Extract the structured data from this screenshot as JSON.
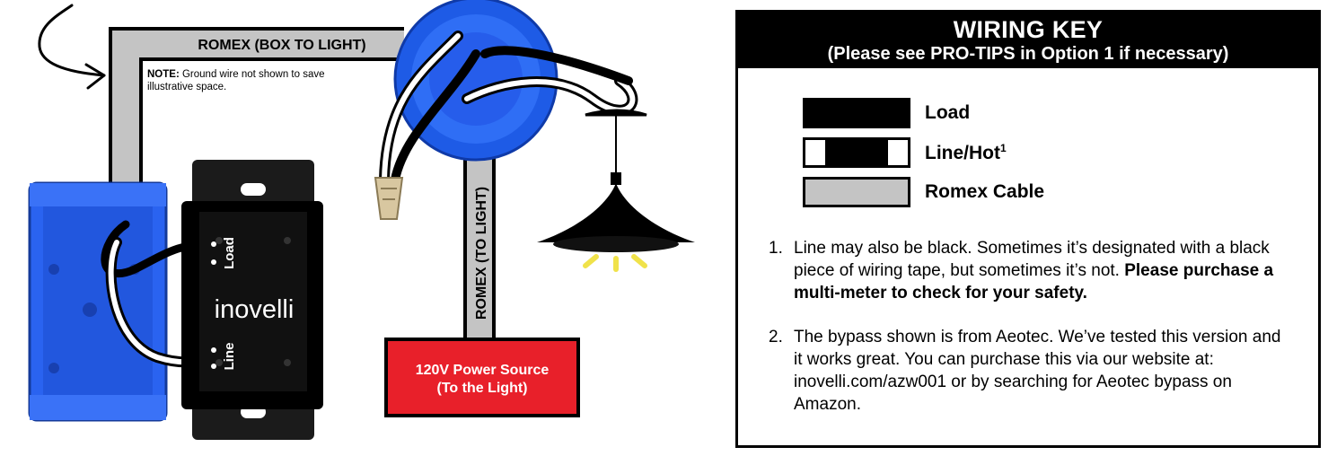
{
  "diagram": {
    "romex_box_to_light": "ROMEX (BOX TO LIGHT)",
    "romex_to_light": "ROMEX (TO LIGHT)",
    "note_label": "NOTE:",
    "note_line1": "Ground wire not shown to save",
    "note_line2": "illustrative space.",
    "switch_brand": "inovelli",
    "terminal_load": "Load",
    "terminal_line": "Line",
    "power_source_line1": "120V Power Source",
    "power_source_line2": "(To the Light)",
    "colors": {
      "box_blue": "#2a63f0",
      "romex_gray": "#c4c4c4",
      "power_red": "#e8202a",
      "light_glow": "#f0e24a"
    }
  },
  "wiring_key": {
    "title": "WIRING KEY",
    "subtitle": "(Please see PRO-TIPS in Option 1 if necessary)",
    "legend": {
      "load": "Load",
      "line_hot": "Line/Hot",
      "line_hot_sup": "1",
      "romex": "Romex Cable"
    },
    "notes": [
      {
        "number": "1.",
        "text": "Line may also be black. Sometimes it’s designated with a black piece of wiring tape, but sometimes it’s not.",
        "bold": "Please purchase a multi-meter to check for your safety."
      },
      {
        "number": "2.",
        "text": "The bypass shown is from Aeotec. We’ve tested this version and it works great. You can purchase this via our website at: inovelli.com/azw001 or by searching for Aeotec bypass on Amazon."
      }
    ]
  }
}
